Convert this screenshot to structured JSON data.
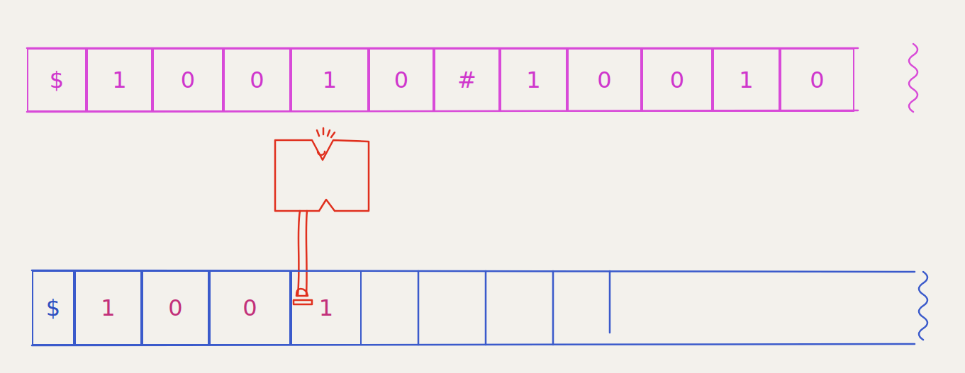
{
  "diagram": {
    "nodes": [
      {
        "text": [
          "$"
        ]
      },
      {
        "text": [
          "1"
        ]
      },
      {
        "text": [
          "0"
        ]
      },
      {
        "text": [
          "0"
        ]
      },
      {
        "text": [
          "1"
        ]
      },
      {
        "text": [
          "0"
        ]
      },
      {
        "text": [
          "#"
        ]
      },
      {
        "text": [
          "1"
        ]
      },
      {
        "text": [
          "0"
        ]
      },
      {
        "text": [
          "0"
        ]
      },
      {
        "text": [
          "1"
        ]
      },
      {
        "text": [
          "0"
        ]
      },
      {
        "text": [
          "$"
        ]
      },
      {
        "text": [
          "1"
        ]
      },
      {
        "text": [
          "0"
        ]
      },
      {
        "text": [
          "0"
        ]
      },
      {
        "text": [
          "1"
        ]
      }
    ]
  }
}
